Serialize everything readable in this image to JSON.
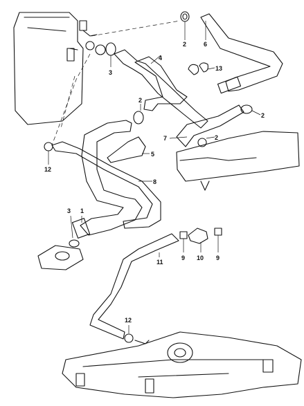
{
  "colors": {
    "highlight": "#2ee02e",
    "ink": "#111111",
    "stipple": "#555555"
  },
  "callouts": [
    {
      "id": "2",
      "label": "2"
    },
    {
      "id": "6",
      "label": "6"
    },
    {
      "id": "3",
      "label": "3"
    },
    {
      "id": "4",
      "label": "4"
    },
    {
      "id": "13",
      "label": "13"
    },
    {
      "id": "2",
      "label": "2"
    },
    {
      "id": "2",
      "label": "2"
    },
    {
      "id": "7",
      "label": "7"
    },
    {
      "id": "2",
      "label": "2"
    },
    {
      "id": "5",
      "label": "5"
    },
    {
      "id": "12",
      "label": "12"
    },
    {
      "id": "8",
      "label": "8"
    },
    {
      "id": "3",
      "label": "3"
    },
    {
      "id": "1",
      "label": "1"
    },
    {
      "id": "9",
      "label": "9"
    },
    {
      "id": "10",
      "label": "10"
    },
    {
      "id": "9",
      "label": "9"
    },
    {
      "id": "11",
      "label": "11"
    },
    {
      "id": "12",
      "label": "12"
    }
  ]
}
